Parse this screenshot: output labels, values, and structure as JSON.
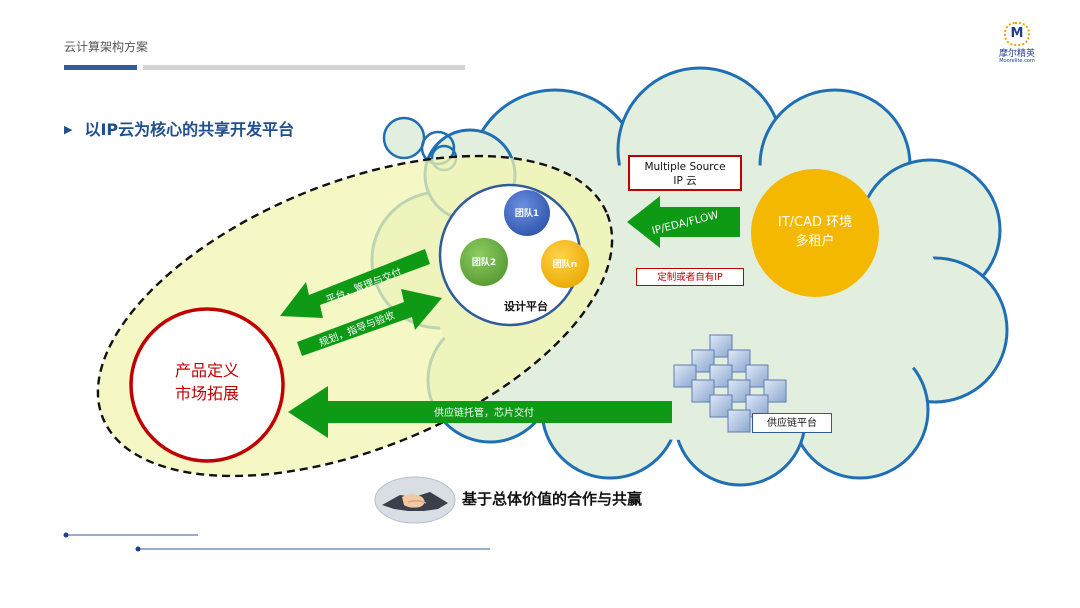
{
  "header": {
    "title": "云计算架构方案"
  },
  "logo": {
    "mark": "M",
    "name": "摩尔精英",
    "url": "Moorelite.com"
  },
  "section": {
    "heading": "以IP云为核心的共享开发平台"
  },
  "nodes": {
    "cloud": {
      "source_box": [
        "Multiple Source",
        "IP 云"
      ],
      "custom_ip": "定制或者自有IP",
      "supply_platform": "供应链平台"
    },
    "it_cad": [
      "IT/CAD 环境",
      "多租户"
    ],
    "design_platform": {
      "label": "设计平台",
      "teams": [
        "团队1",
        "团队2",
        "团队n"
      ]
    },
    "product": [
      "产品定义",
      "市场拓展"
    ]
  },
  "arrows": {
    "ip_eda_flow": "IP/EDA/FLOW",
    "platform_manage": "平台，管理与交付",
    "plan_guide": "规划，指导与验收",
    "supply_chain": "供应链托管，芯片交付"
  },
  "slogan": "基于总体价值的合作与共赢",
  "colors": {
    "accent_blue": "#1f4e8c",
    "cloud_fill": "#e2eede",
    "cloud_stroke": "#1f6fb5",
    "ellipse_fill": "#f2f5b0",
    "arrow_green": "#0f9a16",
    "red": "#c00000",
    "it_cad_orange": "#f5b800",
    "team1": "#3e67c4",
    "team2": "#69b040",
    "teamn": "#f6bd00"
  }
}
